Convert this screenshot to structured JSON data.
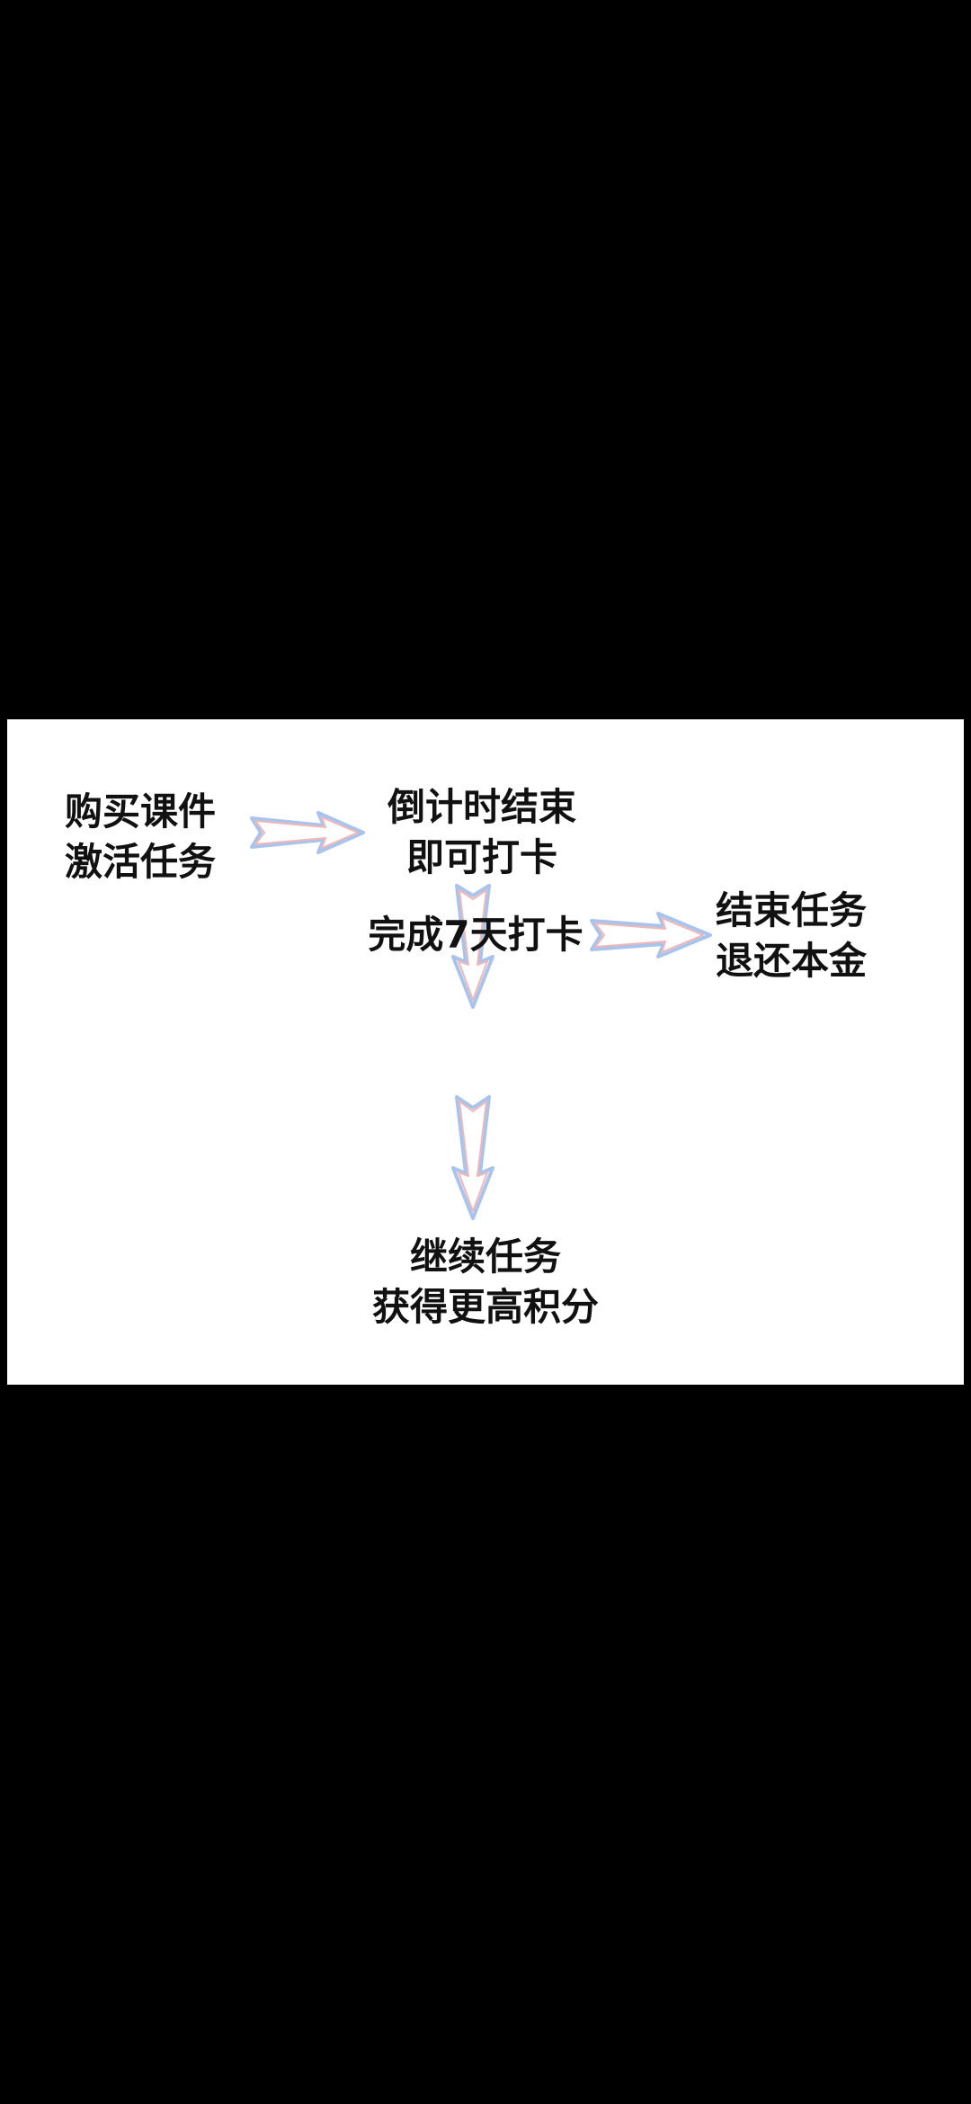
{
  "colors": {
    "background": "#000000",
    "panel": "#ffffff",
    "text": "#111111",
    "arrow_fill": "#ffffff",
    "arrow_outline_outer": "#a9c4ec",
    "arrow_outline_inner": "#f0b7b7"
  },
  "nodes": {
    "purchase": {
      "line1": "购买课件",
      "line2": "激活任务"
    },
    "countdown": {
      "line1": "倒计时结束",
      "line2": "即可打卡"
    },
    "complete": {
      "line1": "完成7天打卡"
    },
    "end_task": {
      "line1": "结束任务",
      "line2": "退还本金"
    },
    "continue_task": {
      "line1": "继续任务",
      "line2": "获得更高积分"
    }
  }
}
